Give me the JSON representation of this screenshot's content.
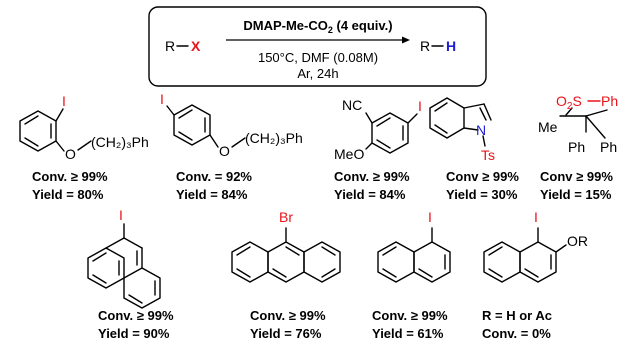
{
  "scheme": {
    "reactant": {
      "r": "R",
      "x": "X"
    },
    "product": {
      "r": "R",
      "h": "H"
    },
    "reagent": {
      "main": "DMAP-Me-CO",
      "sub": "2",
      "tail": " (4 equiv.)"
    },
    "conditions": [
      "150°C, DMF (0.08M)",
      "Ar, 24h"
    ]
  },
  "atoms": {
    "iodine": "I",
    "bromine": "Br",
    "oxygen": "O",
    "nitrogen": "N",
    "chain": "(CH₂)₃Ph",
    "cn": "NC",
    "meo": "MeO",
    "ts": "Ts",
    "so2_o": "O",
    "so2_sub": "2",
    "so2_s": "S",
    "so2_ph": "Ph",
    "me": "Me",
    "ph": "Ph",
    "or": "OR"
  },
  "results": [
    {
      "conv": "Conv. ≥ 99%",
      "yield": "Yield = 80%"
    },
    {
      "conv": "Conv. = 92%",
      "yield": "Yield = 84%"
    },
    {
      "conv": "Conv. ≥ 99%",
      "yield": "Yield = 84%"
    },
    {
      "conv": "Conv ≥ 99%",
      "yield": "Yield = 30%"
    },
    {
      "conv": "Conv ≥ 99%",
      "yield": "Yield = 15%"
    },
    {
      "conv": "Conv. ≥ 99%",
      "yield": "Yield = 90%"
    },
    {
      "conv": "Conv. ≥ 99%",
      "yield": "Yield = 76%"
    },
    {
      "conv": "Conv. ≥ 99%",
      "yield": "Yield = 61%"
    },
    {
      "conv": "R = H or Ac",
      "yield": "Conv. = 0%"
    }
  ]
}
